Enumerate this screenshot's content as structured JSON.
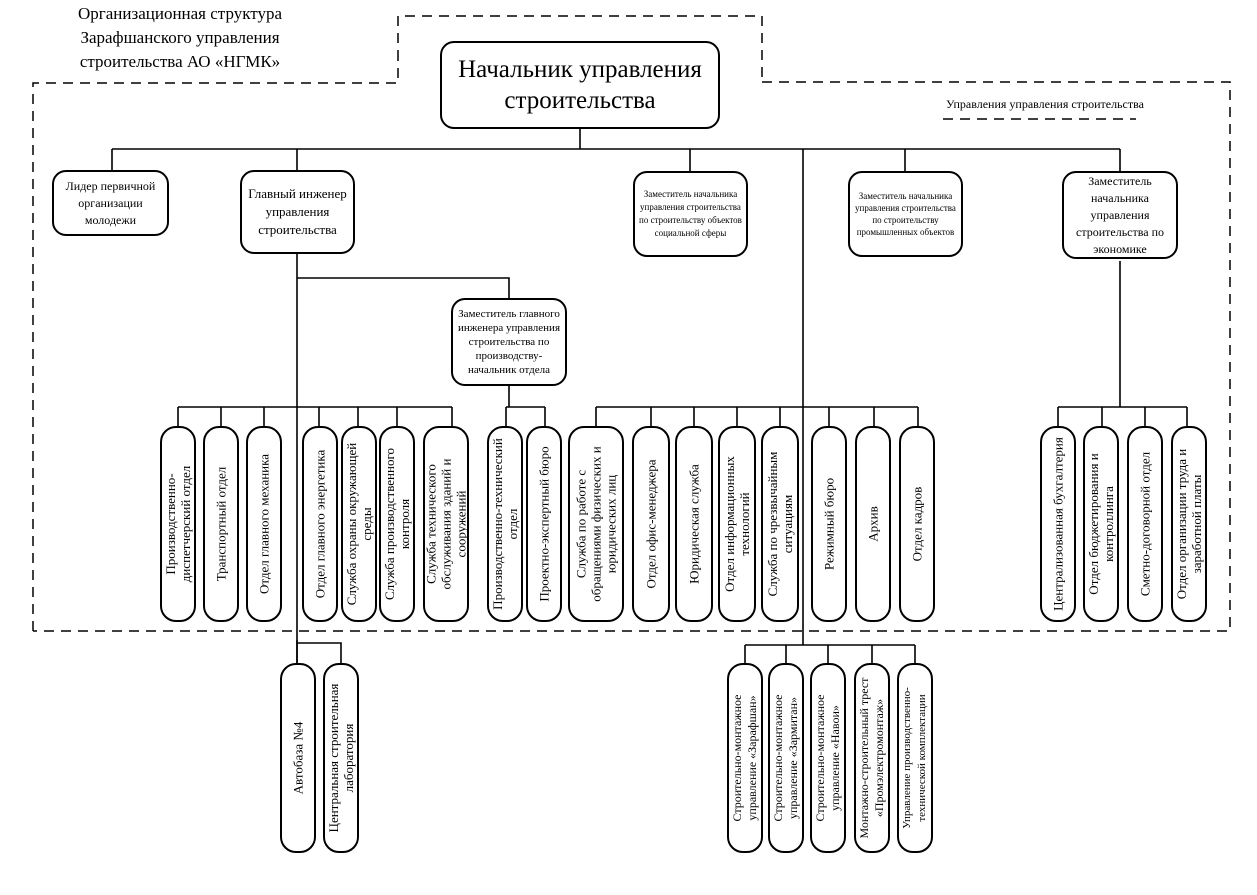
{
  "title": "Организационная структура Зарафшанского управления строительства АО «НГМК»",
  "legend_label": "Управления управления строительства",
  "head": "Начальник управления строительства",
  "level1": {
    "youth_leader": "Лидер первичной организации молодежи",
    "chief_engineer": "Главный инженер управления строительства",
    "deputy_social": "Заместитель начальника управления строительства по строительству объектов социальной сферы",
    "deputy_industrial": "Заместитель начальника управления строительства по строительству промышленных объектов",
    "deputy_economics": "Заместитель начальника управления строительства по экономике"
  },
  "deputy_chief_engineer": "Заместитель главного инженера управления строительства по производству-начальник отдела",
  "departments": {
    "chief_engineer_group": [
      "Производственно-диспетчерский отдел",
      "Транспортный отдел",
      "Отдел главного механика",
      "Отдел главного энергетика",
      "Служба охраны окружающей среды",
      "Служба производственного контроля",
      "Служба технического обслуживания зданий и сооружений"
    ],
    "deputy_chief_engineer_group": [
      "Производственно-технический отдел",
      "Проектно-экспертный бюро"
    ],
    "head_group": [
      "Служба по работе с обращениями физических и юридических лиц",
      "Отдел офис-менеджера",
      "Юридическая служба",
      "Отдел информационных технологий",
      "Служба по чрезвычайным ситуациям",
      "Режимный бюро",
      "Архив",
      "Отдел кадров"
    ],
    "economics_group": [
      "Централизованная бухгалтерия",
      "Отдел бюджетирования и контроллинга",
      "Сметно-договорной отдел",
      "Отдел организации труда и заработной платы"
    ]
  },
  "subordinate": {
    "chief_engineer_external": [
      "Автобаза №4",
      "Центральная строительная лаборатория"
    ],
    "head_external": [
      "Строительно-монтажное управление «Зарафшан»",
      "Строительно-монтажное управление «Зармитан»",
      "Строительно-монтажное управление «Навои»",
      "Монтажно-строительный трест «Промэлектромонтаж»",
      "Управление производственно-технической комплектации"
    ]
  }
}
